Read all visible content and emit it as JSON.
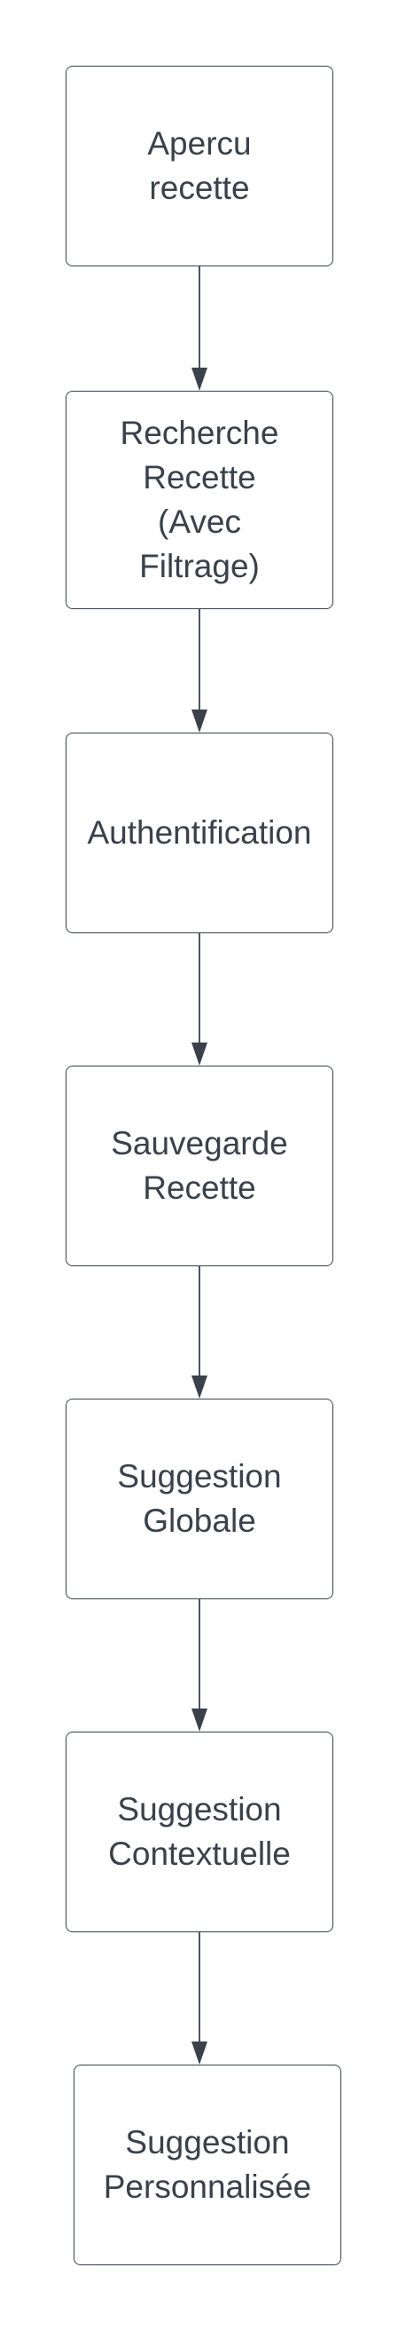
{
  "diagram": {
    "colors": {
      "stroke": "#3a414a",
      "text": "#3a414a",
      "background": "#ffffff"
    },
    "nodes": [
      {
        "id": "apercu",
        "label": "Apercu\nrecette"
      },
      {
        "id": "recherche",
        "label": "Recherche\nRecette\n(Avec\nFiltrage)"
      },
      {
        "id": "auth",
        "label": "Authentification"
      },
      {
        "id": "sauvegarde",
        "label": "Sauvegarde\nRecette"
      },
      {
        "id": "globale",
        "label": "Suggestion\nGlobale"
      },
      {
        "id": "contextuelle",
        "label": "Suggestion\nContextuelle"
      },
      {
        "id": "personnalisee",
        "label": "Suggestion\nPersonnalisée"
      }
    ],
    "edges": [
      {
        "from": "apercu",
        "to": "recherche"
      },
      {
        "from": "recherche",
        "to": "auth"
      },
      {
        "from": "auth",
        "to": "sauvegarde"
      },
      {
        "from": "sauvegarde",
        "to": "globale"
      },
      {
        "from": "globale",
        "to": "contextuelle"
      },
      {
        "from": "contextuelle",
        "to": "personnalisee"
      }
    ]
  }
}
